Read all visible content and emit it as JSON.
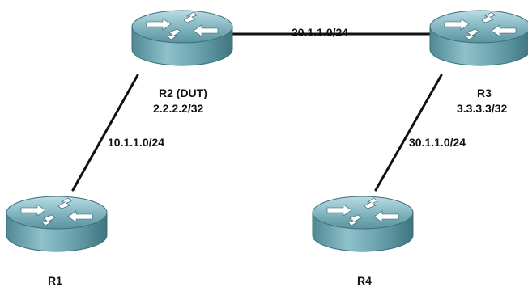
{
  "routers": [
    {
      "id": "r1",
      "name": "R1",
      "address": ""
    },
    {
      "id": "r2",
      "name": "R2 (DUT)",
      "address": "2.2.2.2/32"
    },
    {
      "id": "r3",
      "name": "R3",
      "address": "3.3.3.3/32"
    },
    {
      "id": "r4",
      "name": "R4",
      "address": ""
    }
  ],
  "links": [
    {
      "id": "r1-r2",
      "subnet": "10.1.1.0/24"
    },
    {
      "id": "r2-r3",
      "subnet": "20.1.1.0/24"
    },
    {
      "id": "r3-r4",
      "subnet": "30.1.1.0/24"
    }
  ],
  "icon": "router-icon"
}
